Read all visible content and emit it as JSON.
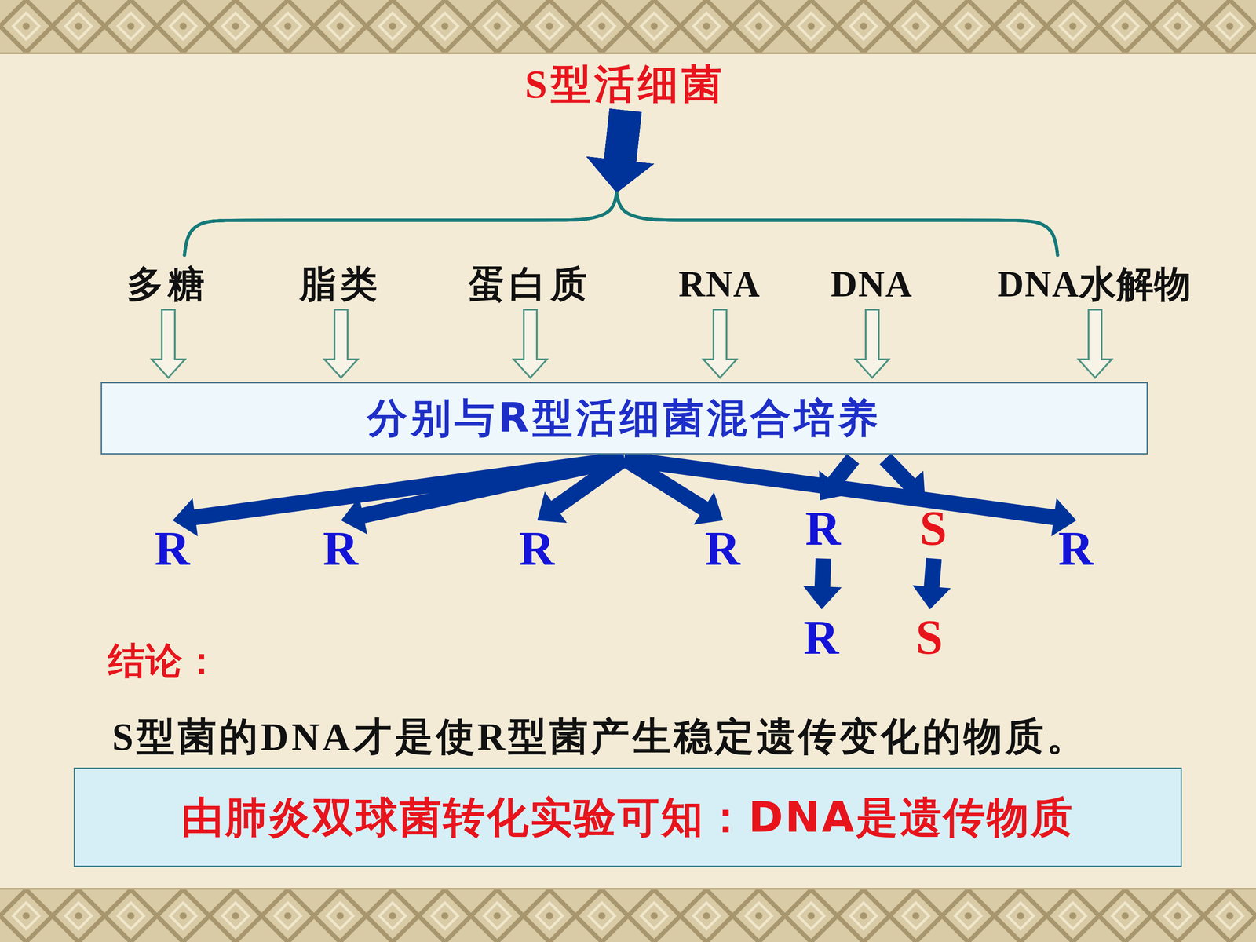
{
  "diagram": {
    "nodes": [
      {
        "text": [
          "S型活细菌"
        ]
      },
      {
        "text": [
          "多糖"
        ]
      },
      {
        "text": [
          "脂类"
        ]
      },
      {
        "text": [
          "蛋白质"
        ]
      },
      {
        "text": [
          "RNA"
        ]
      },
      {
        "text": [
          "DNA"
        ]
      },
      {
        "text": [
          "DNA水解物"
        ]
      },
      {
        "text": [
          "分别与R型活细菌混合培养"
        ]
      },
      {
        "text": [
          "R"
        ]
      },
      {
        "text": [
          "R"
        ]
      },
      {
        "text": [
          "R"
        ]
      },
      {
        "text": [
          "R"
        ]
      },
      {
        "text": [
          "R"
        ]
      },
      {
        "text": [
          "S"
        ]
      },
      {
        "text": [
          "R"
        ]
      },
      {
        "text": [
          "R"
        ]
      },
      {
        "text": [
          "S"
        ]
      },
      {
        "text": [
          "由肺炎双球菌转化实验可知：DNA是遗传物质"
        ]
      }
    ],
    "edges": [
      {
        "from": 0,
        "to": 1,
        "arrow": "to"
      },
      {
        "from": 0,
        "to": 2,
        "arrow": "to"
      },
      {
        "from": 0,
        "to": 3,
        "arrow": "to"
      },
      {
        "from": 0,
        "to": 4,
        "arrow": "to"
      },
      {
        "from": 0,
        "to": 5,
        "arrow": "to"
      },
      {
        "from": 0,
        "to": 6,
        "arrow": "to"
      },
      {
        "from": 1,
        "to": 7,
        "arrow": "to"
      },
      {
        "from": 2,
        "to": 7,
        "arrow": "to"
      },
      {
        "from": 3,
        "to": 7,
        "arrow": "to"
      },
      {
        "from": 4,
        "to": 7,
        "arrow": "to"
      },
      {
        "from": 5,
        "to": 7,
        "arrow": "to"
      },
      {
        "from": 6,
        "to": 7,
        "arrow": "to"
      },
      {
        "from": 7,
        "to": 8,
        "arrow": "to"
      },
      {
        "from": 7,
        "to": 9,
        "arrow": "to"
      },
      {
        "from": 7,
        "to": 10,
        "arrow": "to"
      },
      {
        "from": 7,
        "to": 11,
        "arrow": "to"
      },
      {
        "from": 7,
        "to": 12,
        "arrow": "to"
      },
      {
        "from": 7,
        "to": 13,
        "arrow": "to"
      },
      {
        "from": 7,
        "to": 14,
        "arrow": "to"
      },
      {
        "from": 12,
        "to": 15,
        "arrow": "to"
      },
      {
        "from": 13,
        "to": 16,
        "arrow": "to"
      }
    ],
    "labels": [
      "结论：",
      "S型菌的DNA才是使R型菌产生稳定遗传变化的物质。"
    ]
  }
}
